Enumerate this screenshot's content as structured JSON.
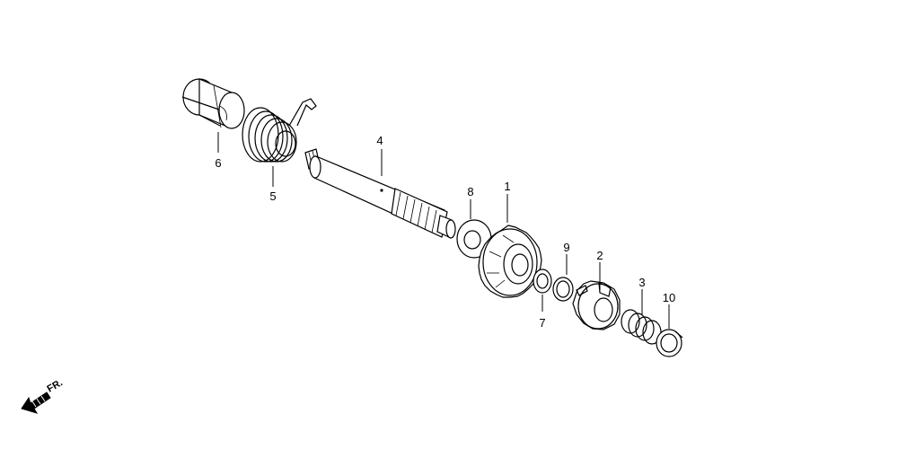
{
  "diagram": {
    "parts": [
      {
        "id": "p1",
        "number": "1"
      },
      {
        "id": "p2",
        "number": "2"
      },
      {
        "id": "p3",
        "number": "3"
      },
      {
        "id": "p4",
        "number": "4"
      },
      {
        "id": "p5",
        "number": "5"
      },
      {
        "id": "p6",
        "number": "6"
      },
      {
        "id": "p7",
        "number": "7"
      },
      {
        "id": "p8",
        "number": "8"
      },
      {
        "id": "p9",
        "number": "9"
      },
      {
        "id": "p10",
        "number": "10"
      }
    ],
    "direction_indicator": {
      "label": "FR.",
      "icon": "front-direction-arrow-icon"
    }
  }
}
